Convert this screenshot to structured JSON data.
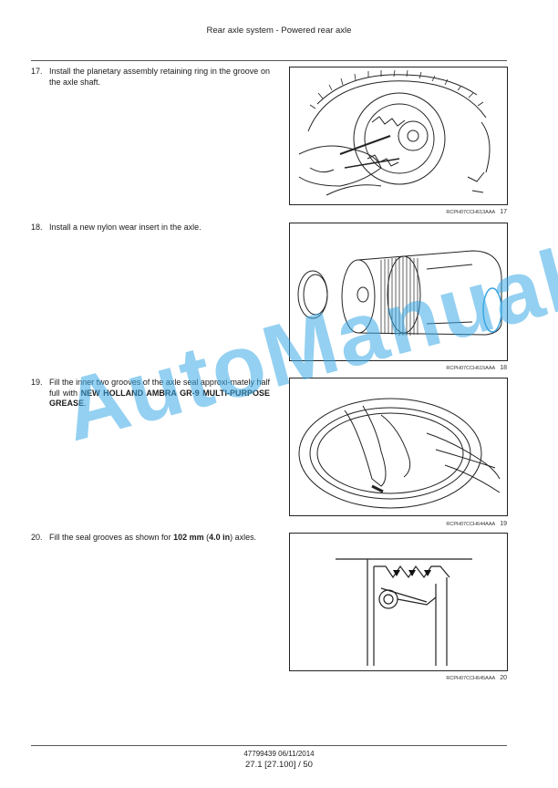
{
  "header": {
    "title": "Rear axle system - Powered rear axle"
  },
  "steps": [
    {
      "number": "17.",
      "text_parts": [
        "Install the planetary assembly retaining ring in the groove on the axle shaft."
      ],
      "figure_code": "RCPH07CCH613AAA",
      "figure_number": "17"
    },
    {
      "number": "18.",
      "text_parts": [
        "Install a new nylon wear insert in the axle."
      ],
      "figure_code": "RCPH07CCH615AAA",
      "figure_number": "18"
    },
    {
      "number": "19.",
      "text_parts": [
        "Fill the inner two grooves of the axle seal approxi-mately half full with ",
        "NEW HOLLAND AMBRA GR-9 MULTI-PURPOSE GREASE",
        "."
      ],
      "figure_code": "RCPH07CCH644AAA",
      "figure_number": "19"
    },
    {
      "number": "20.",
      "text_parts": [
        "Fill the seal grooves as shown for ",
        "102 mm",
        " (",
        "4.0 in",
        ") axles."
      ],
      "figure_code": "RCPH07CCH645AAA",
      "figure_number": "20"
    }
  ],
  "watermark": "AutoManual",
  "footer": {
    "doc_id": "47799439 06/11/2014",
    "page": "27.1 [27.100] / 50"
  }
}
